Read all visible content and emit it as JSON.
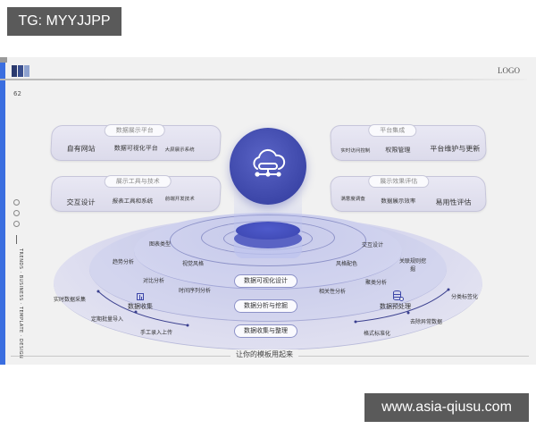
{
  "watermarks": {
    "top": "TG: MYYJJPP",
    "bottom": "www.asia-qiusu.com"
  },
  "slide": {
    "logo": "LOGO",
    "page_number": "62",
    "side_vertical_text": "TRENDS · BUSINESS · TEMPLATE · DESIGN",
    "tagline": "让你的模板用起来",
    "colors": {
      "accent": "#3c46a8",
      "left_bar": "#3a6ee0",
      "bars": [
        "#2b3a6e",
        "#3a4f8e",
        "#8ea2cf"
      ]
    }
  },
  "panels": {
    "top_left": {
      "title": "数据展示平台",
      "items": [
        "自有网站",
        "数据可视化平台",
        "大屏展示系统"
      ]
    },
    "bottom_left": {
      "title": "展示工具与技术",
      "items": [
        "交互设计",
        "报表工具和系统",
        "前端开发技术"
      ]
    },
    "top_right": {
      "title": "平台集成",
      "items": [
        "实时访问控制",
        "权限管理",
        "平台维护与更新"
      ]
    },
    "bottom_right": {
      "title": "展示效果评估",
      "items": [
        "满意度调查",
        "数据展示效率",
        "易用性评估"
      ]
    }
  },
  "center": {
    "icon": "cloud-network-icon"
  },
  "stages": [
    "数据可视化设计",
    "数据分析与挖掘",
    "数据收集与整理"
  ],
  "ring_labels": {
    "left": [
      "图表类型",
      "趋势分析",
      "视觉风格",
      "对比分析",
      "时间序列分析"
    ],
    "right": [
      "交互设计",
      "风格配色",
      "关联规则挖掘",
      "聚类分析",
      "相关性分析"
    ]
  },
  "collection": {
    "title": "数据收集",
    "icon": "chart-icon",
    "items": [
      "实时数据采集",
      "定期批量导入",
      "手工录入上传"
    ]
  },
  "preprocess": {
    "title": "数据预处理",
    "icon": "database-gear-icon",
    "items": [
      "分类标签化",
      "去除异常数据",
      "格式标准化"
    ]
  }
}
